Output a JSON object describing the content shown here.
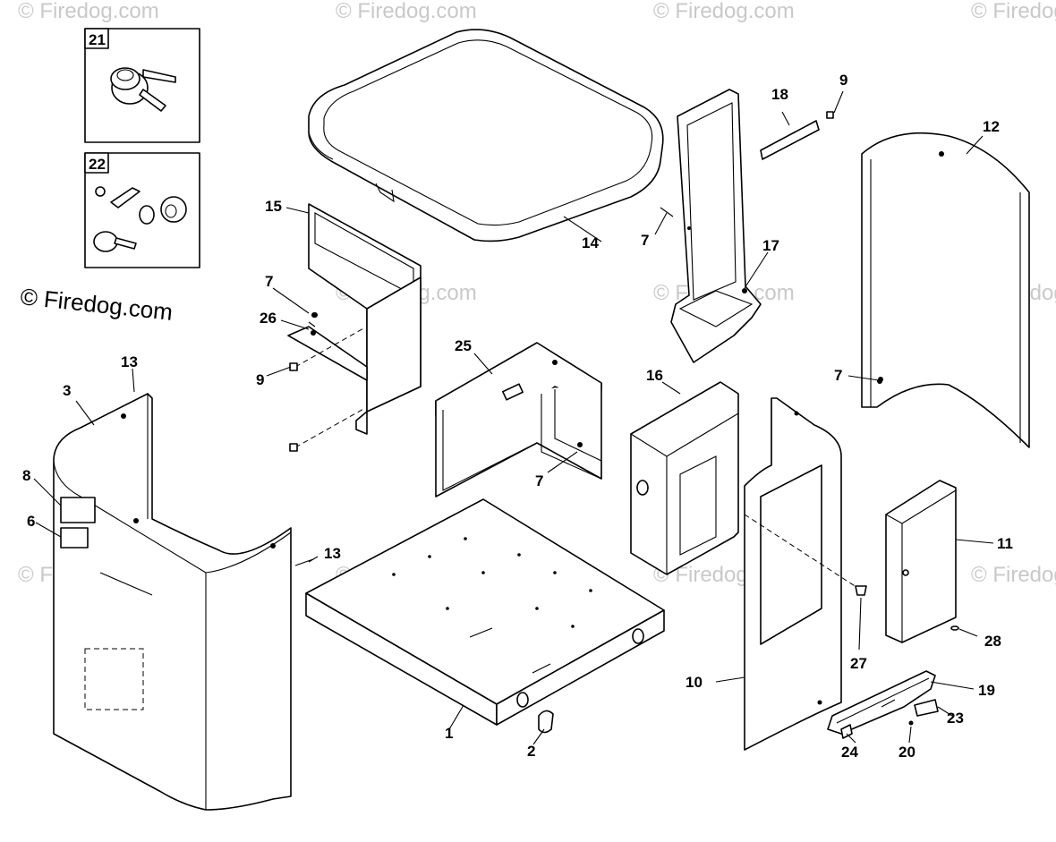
{
  "watermark": "© Firedog.com",
  "corner_watermark": "© Firedog.com",
  "inset_labels": [
    "21",
    "22"
  ],
  "callouts": {
    "c1": "1",
    "c2": "2",
    "c3": "3",
    "c6": "6",
    "c7a": "7",
    "c7b": "7",
    "c7c": "7",
    "c7d": "7",
    "c8": "8",
    "c9a": "9",
    "c9b": "9",
    "c10": "10",
    "c11": "11",
    "c12": "12",
    "c13a": "13",
    "c13b": "13",
    "c14": "14",
    "c15": "15",
    "c16": "16",
    "c17": "17",
    "c18": "18",
    "c19": "19",
    "c20": "20",
    "c23": "23",
    "c24": "24",
    "c25": "25",
    "c26": "26",
    "c27": "27",
    "c28": "28"
  }
}
